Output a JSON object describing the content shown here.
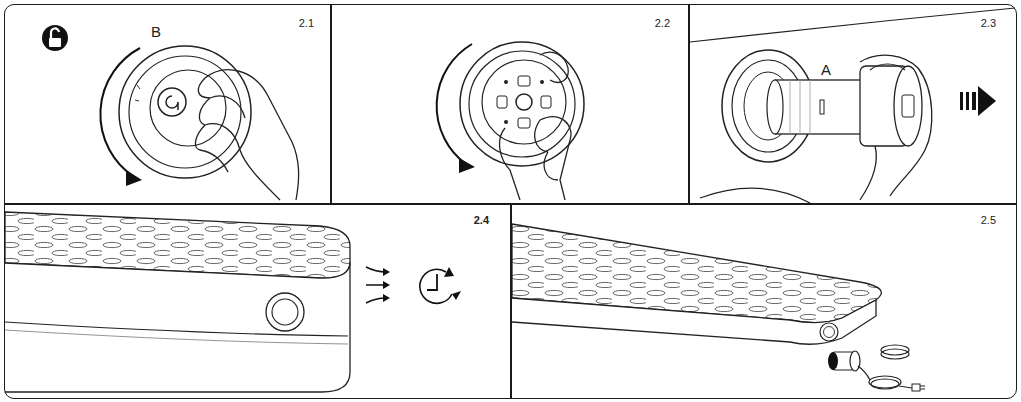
{
  "diagram": {
    "nodes": [
      {
        "text": [
          "2.1"
        ]
      },
      {
        "text": [
          "2.2"
        ]
      },
      {
        "text": [
          "2.3"
        ]
      },
      {
        "text": [
          "2.4"
        ]
      },
      {
        "text": [
          "2.5"
        ]
      }
    ],
    "labels": [
      "B",
      "A"
    ]
  }
}
